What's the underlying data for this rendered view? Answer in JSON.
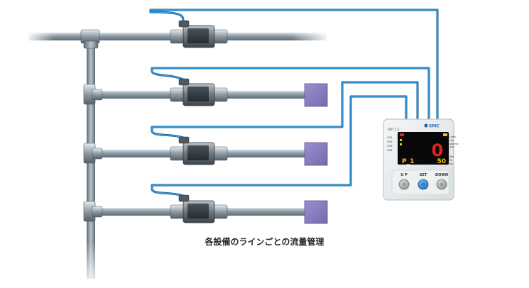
{
  "caption": "各設備のラインごとの流量管理",
  "monitor": {
    "brand": "SMC",
    "out_label": "OUT 1 2",
    "channels": [
      "CH1",
      "CH2",
      "CH3",
      "CH4"
    ],
    "units_top": [
      "L/min",
      "cfm",
      "gal/min",
      "STD"
    ],
    "units_bottom": [
      "kPa",
      "Pa",
      "psi"
    ],
    "main_value": "0",
    "sub_label": "P_1",
    "sub_value": "50",
    "buttons": {
      "up": "U P",
      "set": "SET",
      "down": "DOWN"
    }
  },
  "colors": {
    "cable": "#1b7fc0",
    "pipe": "#8a9aa6",
    "equipment": "#8a7fbf",
    "display_bg": "#080808",
    "display_red": "#e8201e",
    "display_yellow": "#f5c21b",
    "set_button": "#1e86d4"
  }
}
